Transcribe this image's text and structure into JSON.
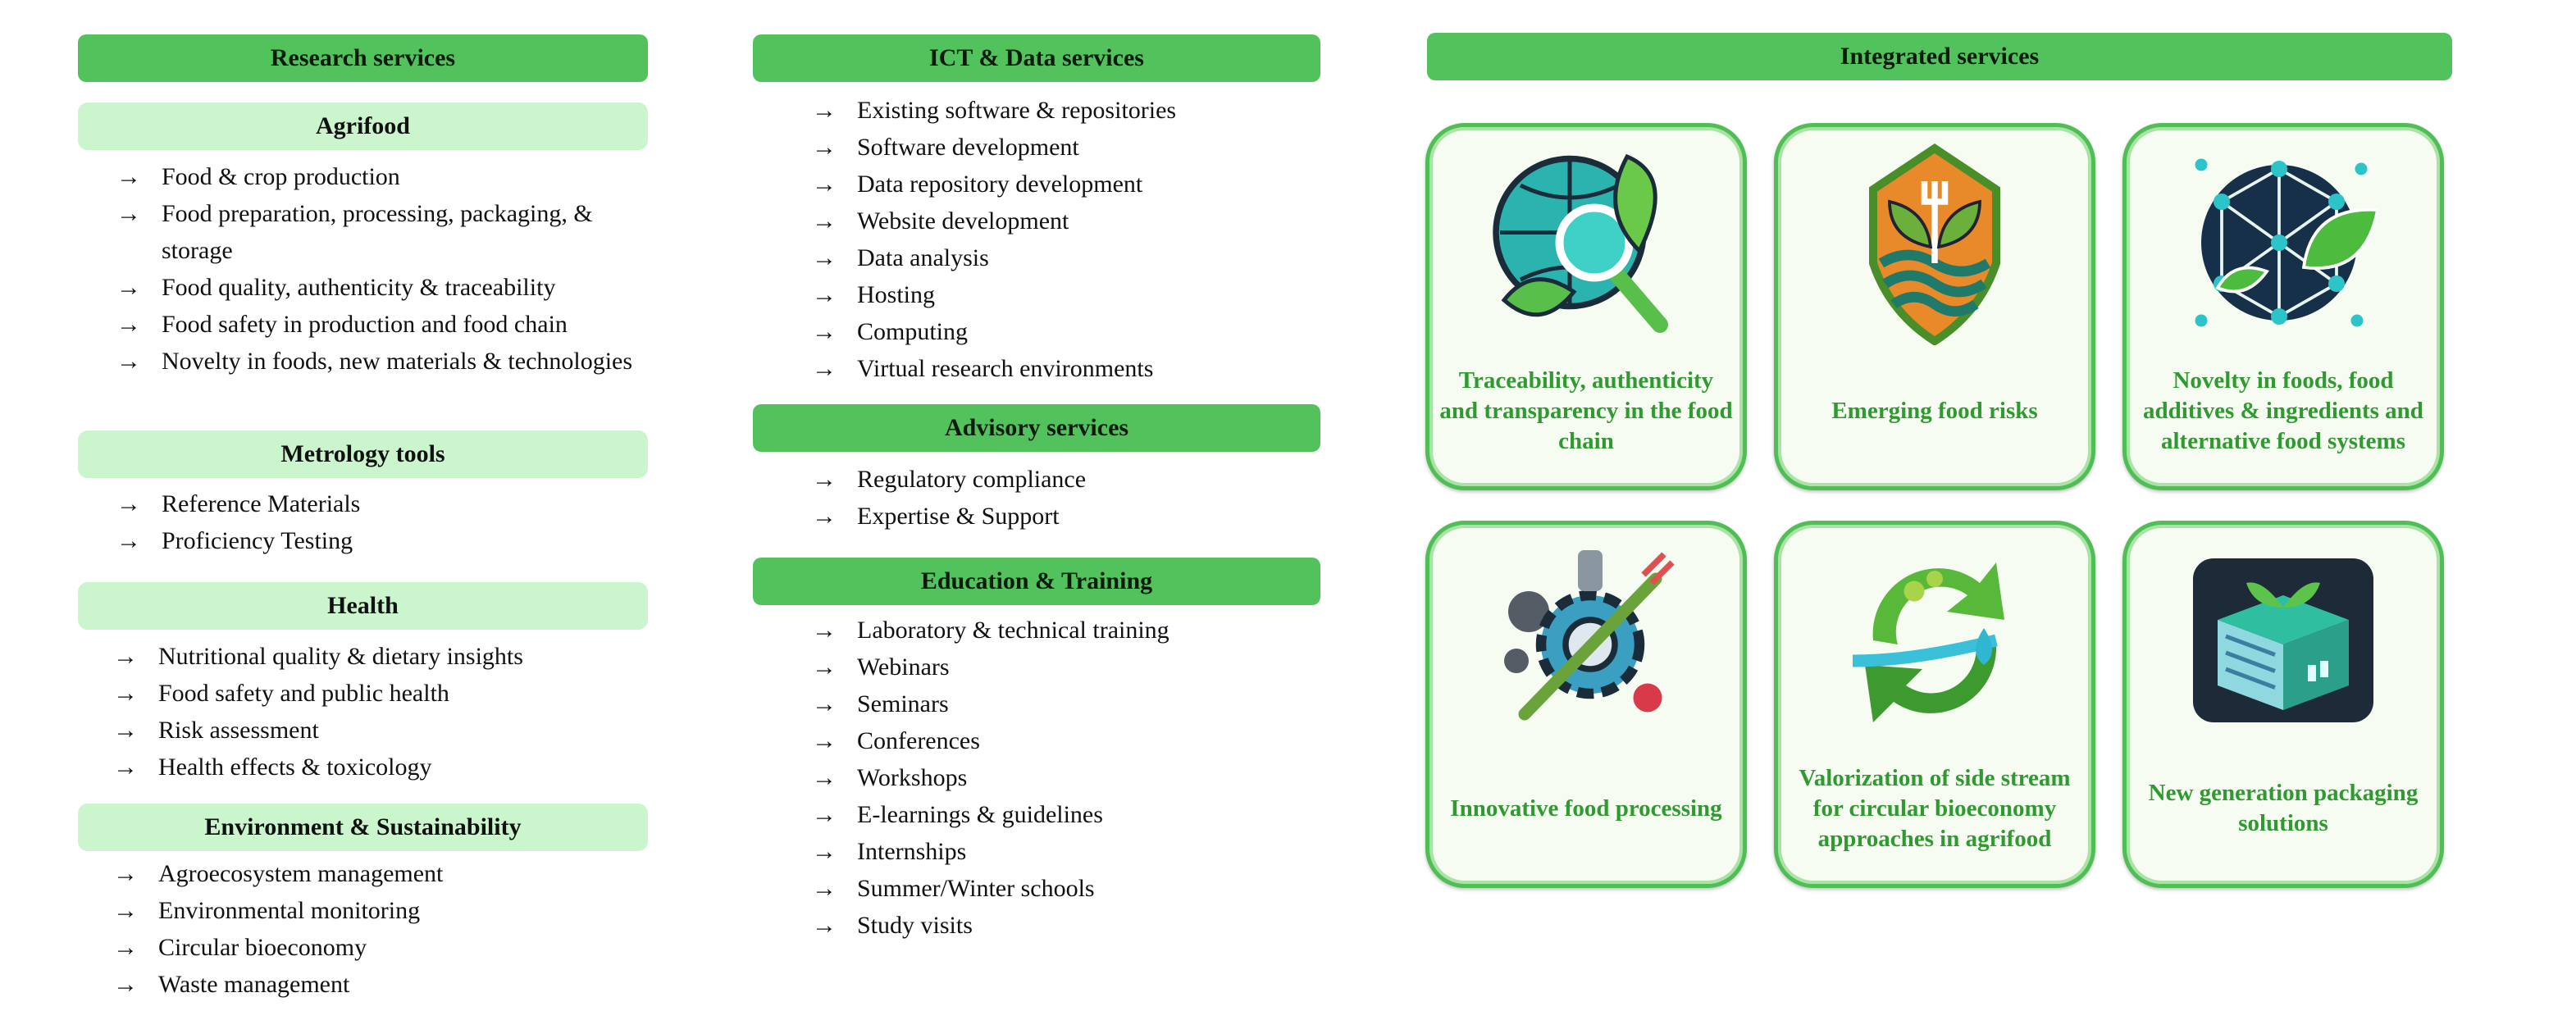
{
  "research": {
    "title": "Research services",
    "groups": [
      {
        "title": "Agrifood",
        "items": [
          "Food & crop production",
          "Food preparation, processing, packaging, & storage",
          "Food quality, authenticity & traceability",
          "Food safety in production and food chain",
          "Novelty in foods, new materials & technologies"
        ]
      },
      {
        "title": "Metrology tools",
        "items": [
          "Reference Materials",
          "Proficiency Testing"
        ]
      },
      {
        "title": "Health",
        "items": [
          "Nutritional quality & dietary insights",
          "Food safety and public health",
          "Risk assessment",
          "Health effects & toxicology"
        ]
      },
      {
        "title": "Environment & Sustainability",
        "items": [
          "Agroecosystem management",
          "Environmental monitoring",
          "Circular bioeconomy",
          "Waste management"
        ]
      }
    ]
  },
  "ict": {
    "title": "ICT & Data services",
    "items": [
      "Existing software & repositories",
      "Software development",
      "Data repository development",
      "Website development",
      "Data analysis",
      "Hosting",
      "Computing",
      "Virtual research environments"
    ]
  },
  "advisory": {
    "title": "Advisory services",
    "items": [
      "Regulatory compliance",
      "Expertise & Support"
    ]
  },
  "education": {
    "title": "Education & Training",
    "items": [
      "Laboratory & technical training",
      "Webinars",
      "Seminars",
      "Conferences",
      "Workshops",
      "E-learnings & guidelines",
      "Internships",
      "Summer/Winter schools",
      "Study visits"
    ]
  },
  "integrated": {
    "title": "Integrated services",
    "cards": [
      {
        "label": "Traceability, authenticity and transparency in the food chain",
        "icon": "globe-magnifier-leaf-icon"
      },
      {
        "label": "Emerging food risks",
        "icon": "shield-fork-leaf-icon"
      },
      {
        "label": "Novelty in foods, food additives & ingredients and alternative food systems",
        "icon": "molecule-network-leaf-icon"
      },
      {
        "label": "Innovative food processing",
        "icon": "gear-fork-icon"
      },
      {
        "label": "Valorization of side stream for circular bioeconomy approaches in agrifood",
        "icon": "recycle-leaf-icon"
      },
      {
        "label": "New generation packaging solutions",
        "icon": "package-box-icon"
      }
    ]
  },
  "arrow": "→",
  "colors": {
    "header": "#52c25c",
    "subheader": "#cbf5cd",
    "card_text": "#2e9a2f"
  }
}
